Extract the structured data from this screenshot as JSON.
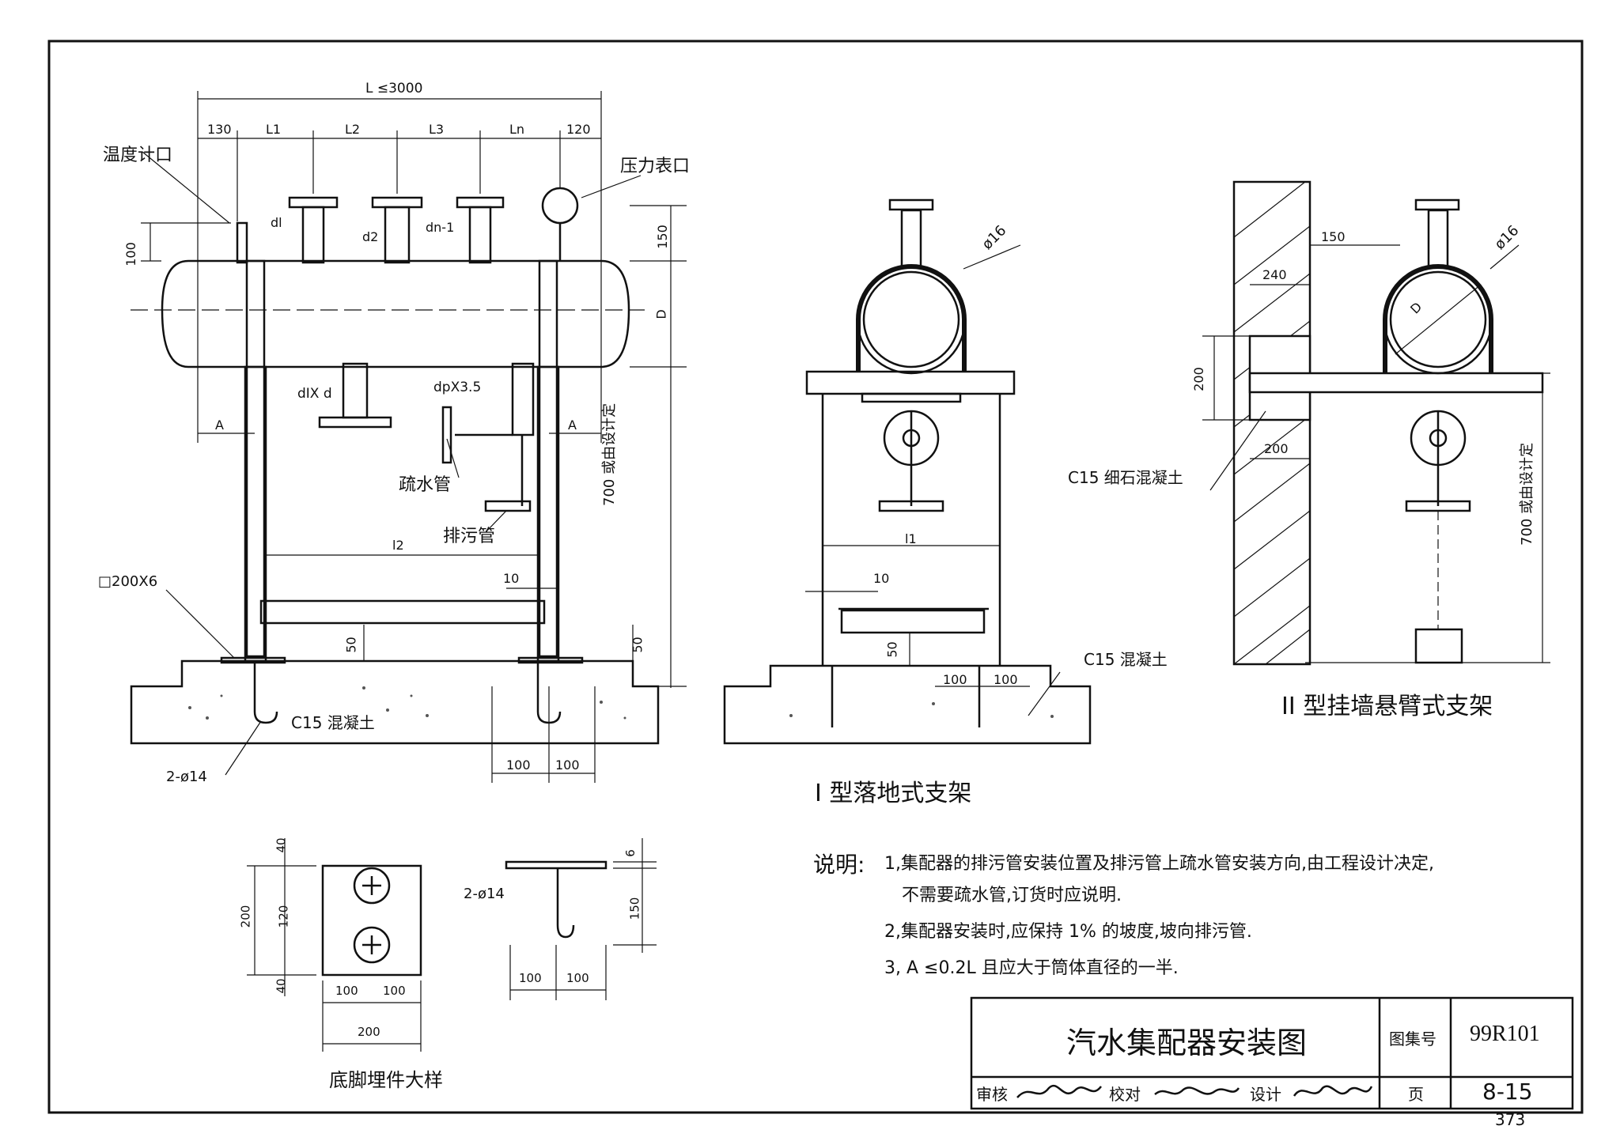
{
  "labels": {
    "temp_port": "温度计口",
    "pressure_port": "压力表口",
    "drain_water": "疏水管",
    "sewage": "排污管",
    "c15_concrete_left": "C15 混凝土",
    "c15_concrete_mid": "C15 混凝土",
    "c15_fine": "C15 细石混凝土",
    "steel_plate": "□200X6",
    "anchor_rod": "2-ø14",
    "anchor_rod_detail": "2-ø14",
    "bolt_mid": "ø16",
    "bolt_right": "ø16",
    "dim_dxd": "dIX d",
    "dim_dp": "dpX3.5",
    "dim_700_left": "700 或由设计定",
    "dim_700_right": "700 或由设计定"
  },
  "dims": {
    "L": "L ≤3000",
    "d130": "130",
    "L1": "L1",
    "L2": "L2",
    "L3": "L3",
    "Ln": "Ln",
    "d120": "120",
    "d100": "100",
    "d150": "150",
    "D": "D",
    "A_left": "A",
    "A_right": "A",
    "dl1": "dl",
    "dl2": "d2",
    "dln": "dn-1",
    "l2": "l2",
    "d10": "10",
    "d50": "50",
    "d50b": "50",
    "b100a": "100",
    "b100b": "100",
    "mid_l1": "l1",
    "mid_10": "10",
    "mid_50": "50",
    "mid_100a": "100",
    "mid_100b": "100",
    "r150": "150",
    "r240": "240",
    "r200v": "200",
    "r200h": "200",
    "rD": "D",
    "det_40a": "40",
    "det_200": "200",
    "det_120": "120",
    "det_40b": "40",
    "det_100a": "100",
    "det_100b": "100",
    "det_200b": "200",
    "rod_6": "6",
    "rod_150": "150",
    "rod_100a": "100",
    "rod_100b": "100"
  },
  "captions": {
    "type1": "I 型落地式支架",
    "type2": "II 型挂墙悬臂式支架",
    "detail": "底脚埋件大样"
  },
  "notes": {
    "heading": "说明:",
    "n1a": "1,集配器的排污管安装位置及排污管上疏水管安装方向,由工程设计决定,",
    "n1b": "不需要疏水管,订货时应说明.",
    "n2": "2,集配器安装时,应保持 1% 的坡度,坡向排污管.",
    "n3": "3, A ≤0.2L 且应大于筒体直径的一半."
  },
  "title_block": {
    "title": "汽水集配器安装图",
    "atlas_label": "图集号",
    "atlas_no": "99R101",
    "review": "审核",
    "check": "校对",
    "design": "设计",
    "page_label": "页",
    "page_no": "8-15"
  },
  "page_number": "373"
}
